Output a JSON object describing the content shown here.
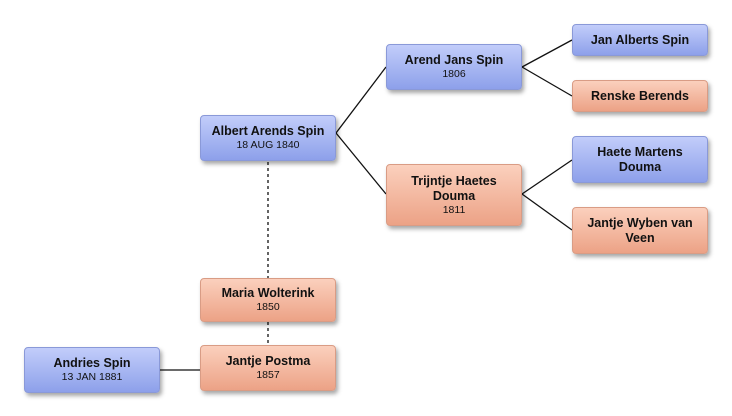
{
  "people": {
    "albert": {
      "name": "Albert Arends Spin",
      "date": "18 AUG 1840"
    },
    "arend": {
      "name": "Arend Jans Spin",
      "date": "1806"
    },
    "trijntje": {
      "name": "Trijntje Haetes Douma",
      "date": "1811"
    },
    "jan": {
      "name": "Jan Alberts Spin",
      "date": ""
    },
    "renske": {
      "name": "Renske Berends",
      "date": ""
    },
    "haete": {
      "name": "Haete Martens Douma",
      "date": ""
    },
    "jantjeW": {
      "name": "Jantje Wyben van Veen",
      "date": ""
    },
    "maria": {
      "name": "Maria Wolterink",
      "date": "1850"
    },
    "jantjeP": {
      "name": "Jantje Postma",
      "date": "1857"
    },
    "andries": {
      "name": "Andries Spin",
      "date": "13 JAN 1881"
    }
  },
  "colors": {
    "male": "#9aaaf0",
    "female": "#f0ad93",
    "line": "#111111"
  }
}
